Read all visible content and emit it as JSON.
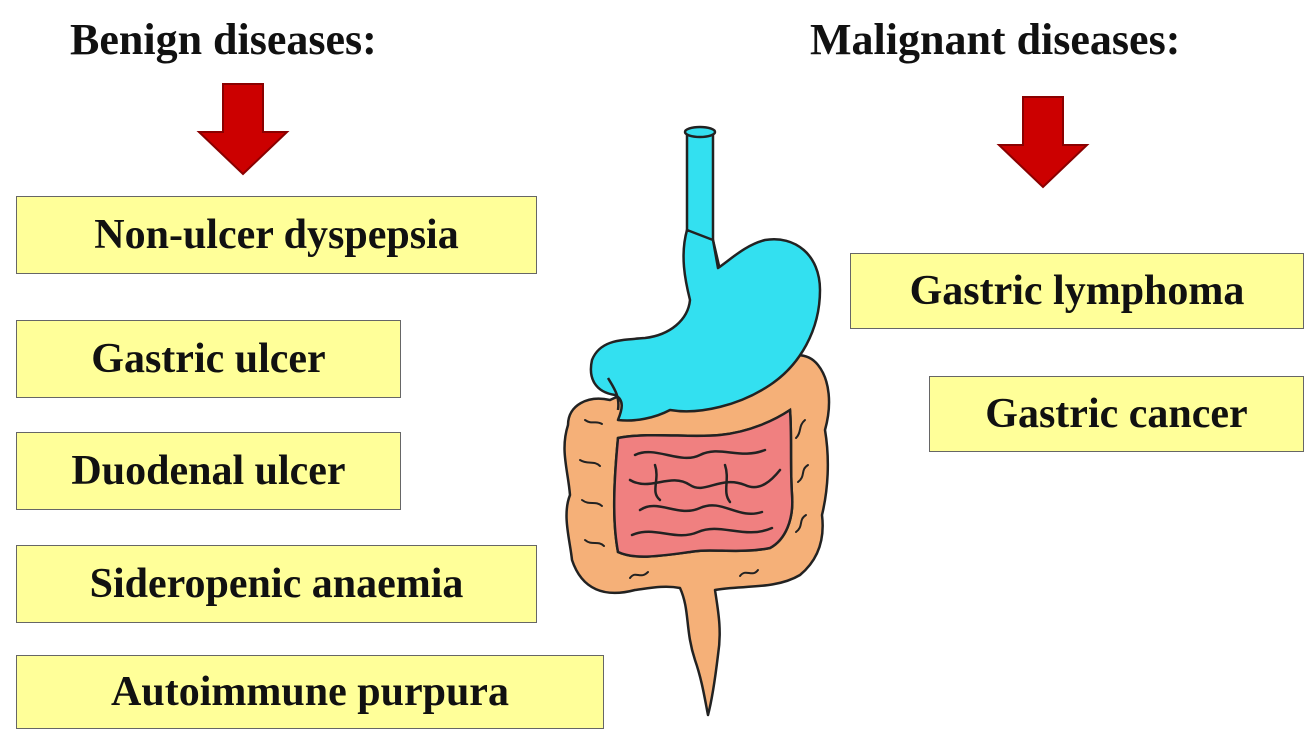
{
  "headings": {
    "benign": "Benign diseases:",
    "malignant": "Malignant diseases:"
  },
  "benign_diseases": [
    "Non-ulcer dyspepsia",
    "Gastric ulcer",
    "Duodenal ulcer",
    "Sideropenic anaemia",
    "Autoimmune purpura"
  ],
  "malignant_diseases": [
    "Gastric lymphoma",
    "Gastric cancer"
  ],
  "colors": {
    "box_fill": "#ffff99",
    "arrow": "#cc0000",
    "stomach": "#33e0f0",
    "colon": "#f5b078",
    "small_intestine": "#f08080"
  },
  "icons": {
    "arrow": "down-arrow-icon",
    "illustration": "digestive-tract-illustration"
  }
}
